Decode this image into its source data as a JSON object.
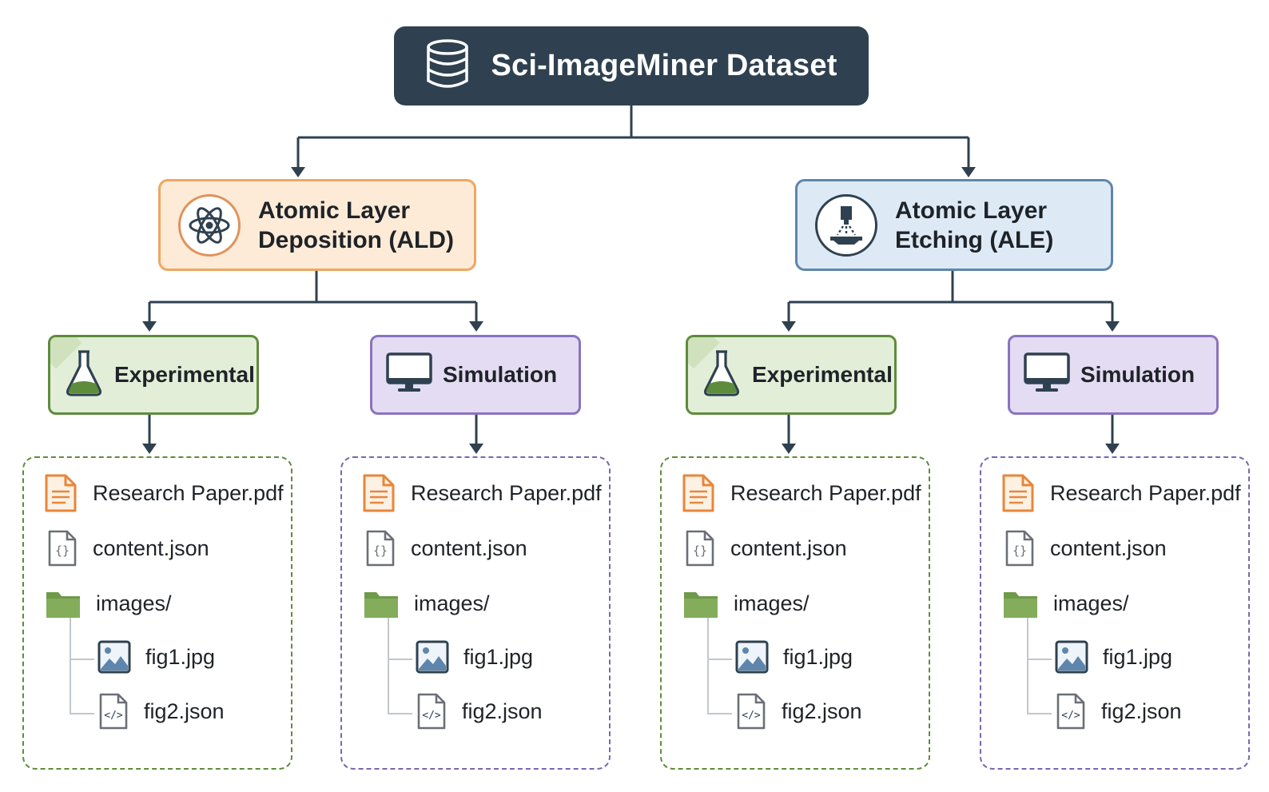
{
  "root": {
    "title": "Sci-ImageMiner Dataset",
    "icon": "database-icon"
  },
  "categories": [
    {
      "key": "ald",
      "line1": "Atomic Layer",
      "line2": "Deposition (ALD)",
      "icon": "atom-icon",
      "color": "#f0a661"
    },
    {
      "key": "ale",
      "line1": "Atomic Layer",
      "line2": "Etching (ALE)",
      "icon": "etching-nozzle-icon",
      "color": "#5e86ac"
    }
  ],
  "subcategories": {
    "experimental": {
      "label": "Experimental",
      "icon": "flask-icon",
      "color": "#5e8c3d"
    },
    "simulation": {
      "label": "Simulation",
      "icon": "monitor-icon",
      "color": "#8a73c0"
    }
  },
  "files": {
    "pdf": "Research Paper.pdf",
    "content": "content.json",
    "images_folder": "images/",
    "fig1": "fig1.jpg",
    "fig2": "fig2.json"
  },
  "colors": {
    "root_bg": "#2f4150",
    "connector": "#2f4150",
    "pdf": "#e8863a",
    "folder": "#6f9a4a",
    "json_icon": "#6b6f76"
  }
}
